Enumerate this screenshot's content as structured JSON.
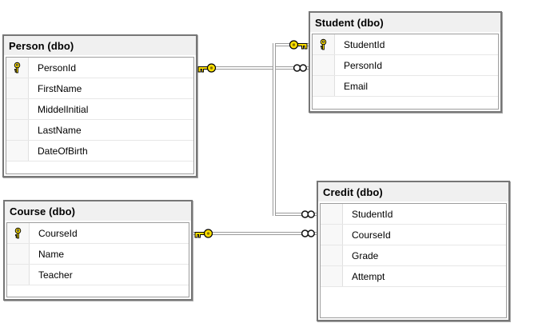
{
  "diagram_type": "database-diagram",
  "tables": [
    {
      "name": "Person (dbo)",
      "columns": [
        {
          "name": "PersonId",
          "pk": true
        },
        {
          "name": "FirstName",
          "pk": false
        },
        {
          "name": "MiddelInitial",
          "pk": false
        },
        {
          "name": "LastName",
          "pk": false
        },
        {
          "name": "DateOfBirth",
          "pk": false
        }
      ]
    },
    {
      "name": "Student (dbo)",
      "columns": [
        {
          "name": "StudentId",
          "pk": true
        },
        {
          "name": "PersonId",
          "pk": false
        },
        {
          "name": "Email",
          "pk": false
        }
      ]
    },
    {
      "name": "Course (dbo)",
      "columns": [
        {
          "name": "CourseId",
          "pk": true
        },
        {
          "name": "Name",
          "pk": false
        },
        {
          "name": "Teacher",
          "pk": false
        }
      ]
    },
    {
      "name": "Credit (dbo)",
      "columns": [
        {
          "name": "StudentId",
          "pk": false
        },
        {
          "name": "CourseId",
          "pk": false
        },
        {
          "name": "Grade",
          "pk": false
        },
        {
          "name": "Attempt",
          "pk": false
        }
      ]
    }
  ],
  "relationships": [
    {
      "name": "person-student",
      "one_side": {
        "table": "Person (dbo)",
        "symbol": "key-icon"
      },
      "many_side": {
        "table": "Student (dbo)",
        "symbol": "infinity-icon"
      }
    },
    {
      "name": "student-credit",
      "one_side": {
        "table": "Student (dbo)",
        "symbol": "key-icon"
      },
      "many_side": {
        "table": "Credit (dbo)",
        "symbol": "infinity-icon"
      }
    },
    {
      "name": "course-credit",
      "one_side": {
        "table": "Course (dbo)",
        "symbol": "key-icon"
      },
      "many_side": {
        "table": "Credit (dbo)",
        "symbol": "infinity-icon"
      }
    }
  ],
  "icons": {
    "primary_key": "primary-key-icon",
    "relationship_key": "key-icon",
    "relationship_many": "infinity-icon"
  },
  "colors": {
    "canvas_bg": "#ffffff",
    "table_border": "#767676",
    "header_bg": "#f0f0f0",
    "grid_border": "#9d9d9d",
    "row_divider": "#e7e7e7",
    "key_cell_bg": "#f8f8f8",
    "relationship_line": "#9a9a9a",
    "key_yellow": "#ffe000",
    "text": "#000000"
  }
}
